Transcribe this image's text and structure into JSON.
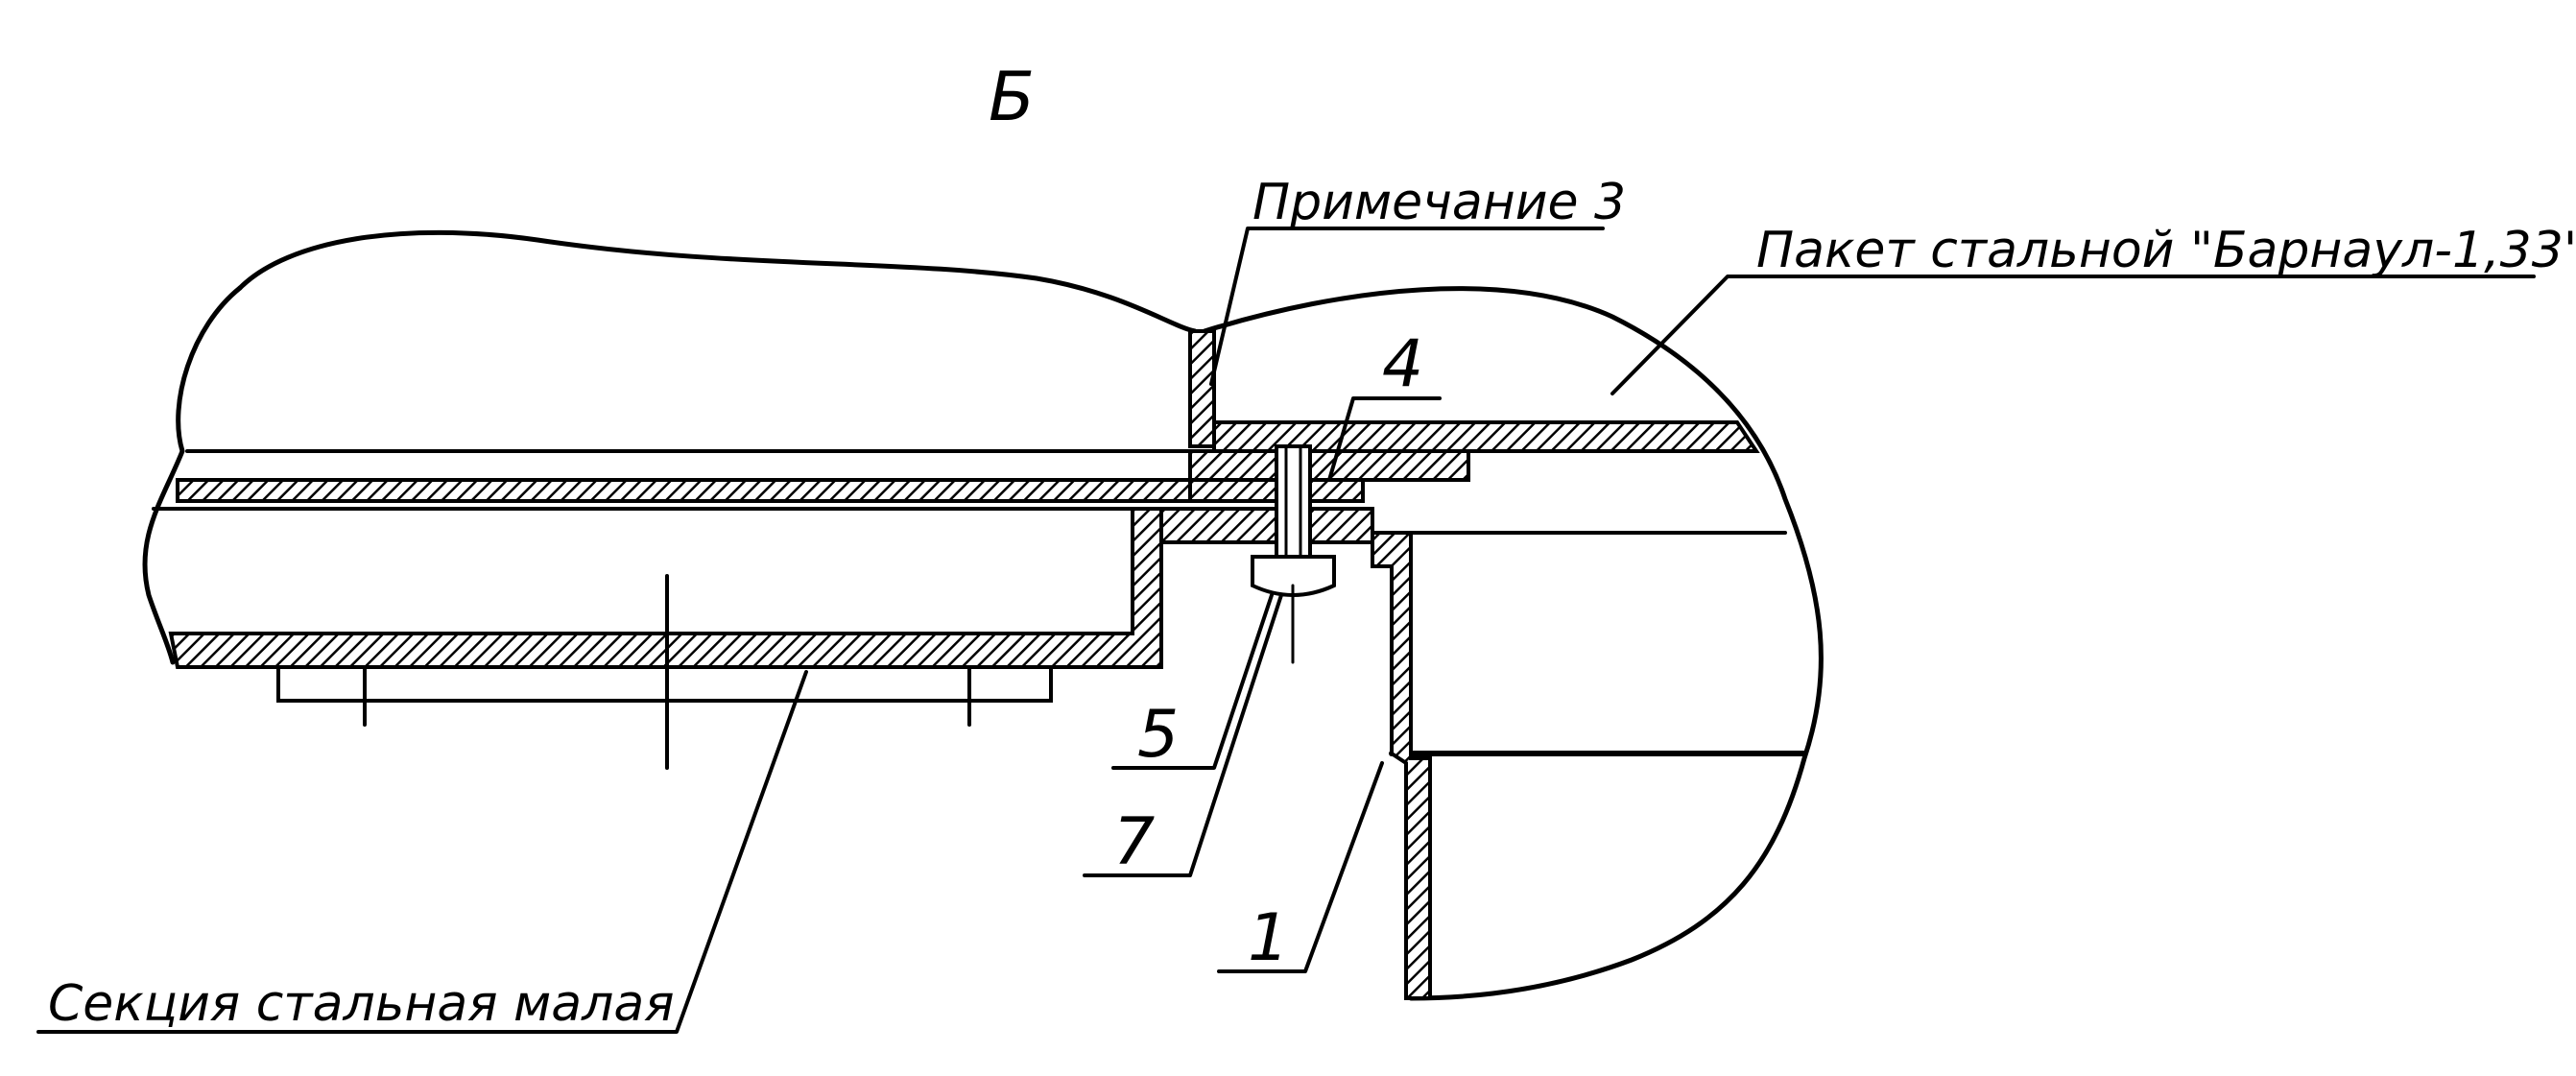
{
  "view_label": "Б",
  "labels": {
    "note": "Примечание 3",
    "package": "Пакет стальной \"Барнаул-1,33\"",
    "section": "Секция стальная малая",
    "pos_1": "1",
    "pos_4": "4",
    "pos_5": "5",
    "pos_7": "7"
  },
  "colors": {
    "line": "#000000",
    "background": "#ffffff"
  }
}
